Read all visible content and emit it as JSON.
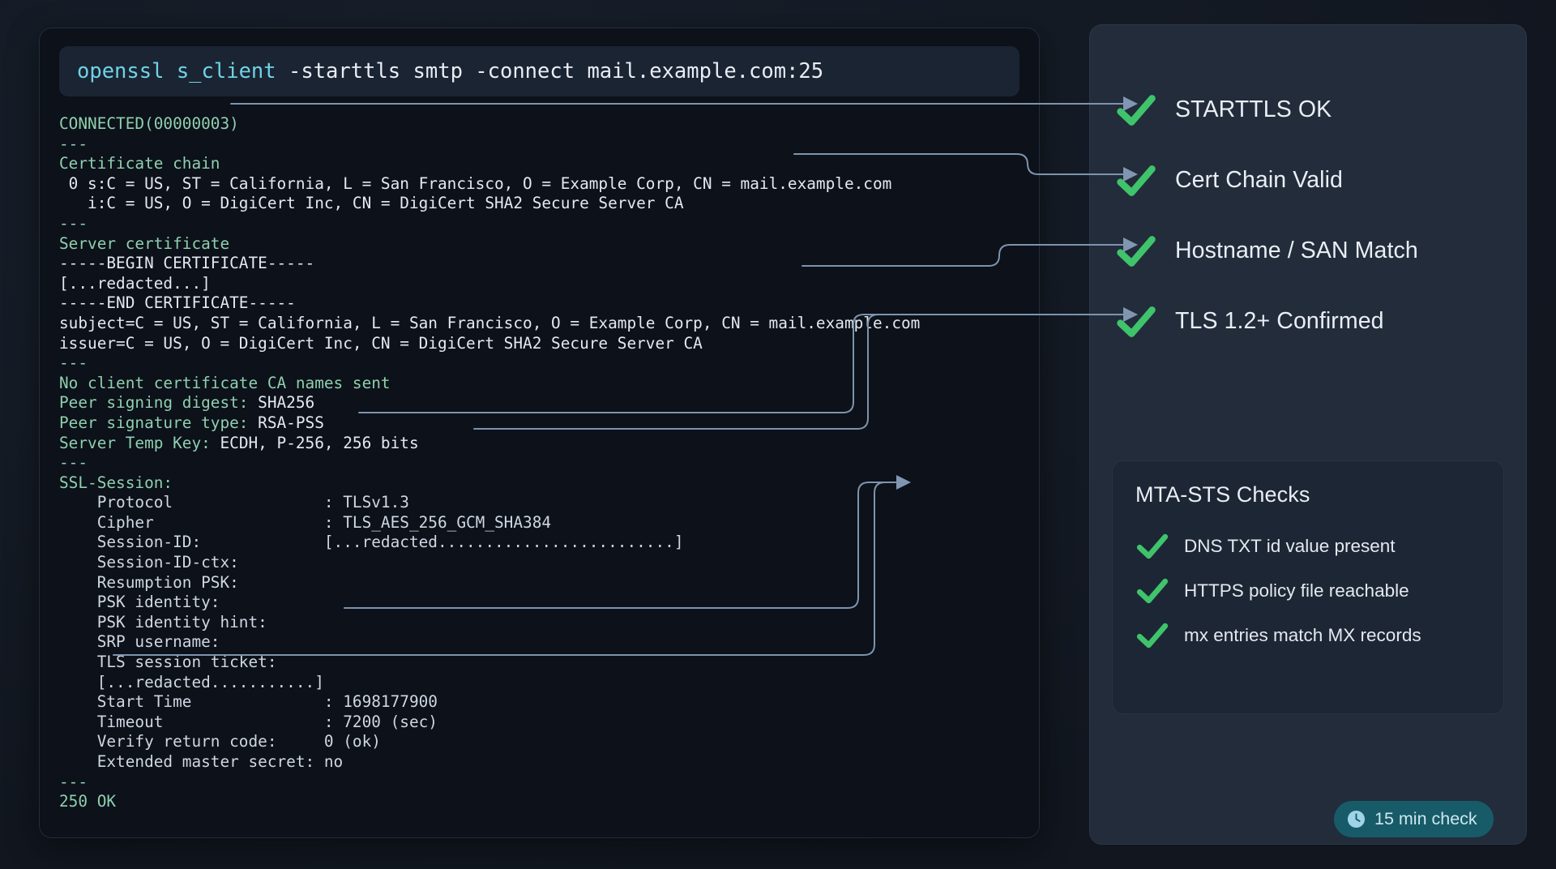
{
  "terminal": {
    "command": {
      "program": "openssl s_client",
      "args": " -starttls smtp -connect mail.example.com:25",
      "full": "openssl s_client -starttls smtp -connect mail.example.com:25"
    },
    "lines": [
      {
        "text": "CONNECTED(00000003)",
        "color": "green"
      },
      {
        "text": "---",
        "color": "green"
      },
      {
        "text": "Certificate chain",
        "color": "green"
      },
      {
        "text": " 0 s:C = US, ST = California, L = San Francisco, O = Example Corp, CN = mail.example.com",
        "color": "white"
      },
      {
        "text": "   i:C = US, O = DigiCert Inc, CN = DigiCert SHA2 Secure Server CA",
        "color": "white"
      },
      {
        "text": "---",
        "color": "green"
      },
      {
        "text": "Server certificate",
        "color": "green"
      },
      {
        "text": "-----BEGIN CERTIFICATE-----",
        "color": "white"
      },
      {
        "text": "[...redacted...]",
        "color": "white"
      },
      {
        "text": "-----END CERTIFICATE-----",
        "color": "white"
      },
      {
        "text": "subject=C = US, ST = California, L = San Francisco, O = Example Corp, CN = mail.example.com",
        "color": "white"
      },
      {
        "text": "issuer=C = US, O = DigiCert Inc, CN = DigiCert SHA2 Secure Server CA",
        "color": "white"
      },
      {
        "text": "---",
        "color": "green"
      },
      {
        "text": "No client certificate CA names sent",
        "color": "green"
      },
      {
        "text": "Peer signing digest: SHA256",
        "color": "split",
        "label": "Peer signing digest:",
        "value": " SHA256"
      },
      {
        "text": "Peer signature type: RSA-PSS",
        "color": "split",
        "label": "Peer signature type:",
        "value": " RSA-PSS"
      },
      {
        "text": "Server Temp Key: ECDH, P-256, 256 bits",
        "color": "split",
        "label": "Server Temp Key:",
        "value": " ECDH, P-256, 256 bits"
      },
      {
        "text": "---",
        "color": "green"
      },
      {
        "text": "SSL-Session:",
        "color": "green"
      },
      {
        "text": "    Protocol                : TLSv1.3",
        "color": "dim"
      },
      {
        "text": "    Cipher                  : TLS_AES_256_GCM_SHA384",
        "color": "dim"
      },
      {
        "text": "    Session-ID:             [...redacted.........................]",
        "color": "dim"
      },
      {
        "text": "    Session-ID-ctx:",
        "color": "dim"
      },
      {
        "text": "    Resumption PSK:",
        "color": "dim"
      },
      {
        "text": "    PSK identity:",
        "color": "dim"
      },
      {
        "text": "    PSK identity hint:",
        "color": "dim"
      },
      {
        "text": "    SRP username:",
        "color": "dim"
      },
      {
        "text": "    TLS session ticket:",
        "color": "dim"
      },
      {
        "text": "    [...redacted...........]",
        "color": "dim"
      },
      {
        "text": "    Start Time              : 1698177900",
        "color": "dim"
      },
      {
        "text": "    Timeout                 : 7200 (sec)",
        "color": "dim"
      },
      {
        "text": "    Verify return code:     0 (ok)",
        "color": "dim"
      },
      {
        "text": "    Extended master secret: no",
        "color": "dim"
      },
      {
        "text": "---",
        "color": "green"
      },
      {
        "text": "250 OK",
        "color": "green"
      }
    ]
  },
  "checks": {
    "items": [
      {
        "label": "STARTTLS OK",
        "icon": "check-icon",
        "status": "ok"
      },
      {
        "label": "Cert Chain Valid",
        "icon": "check-icon",
        "status": "ok"
      },
      {
        "label": "Hostname / SAN Match",
        "icon": "check-icon",
        "status": "ok"
      },
      {
        "label": "TLS 1.2+ Confirmed",
        "icon": "check-icon",
        "status": "ok"
      }
    ]
  },
  "mta_sts": {
    "title": "MTA-STS Checks",
    "items": [
      {
        "label": "DNS TXT id value present",
        "icon": "check-icon",
        "status": "ok"
      },
      {
        "label": "HTTPS policy file reachable",
        "icon": "check-icon",
        "status": "ok"
      },
      {
        "label": "mx entries match MX records",
        "icon": "check-icon",
        "status": "ok"
      }
    ]
  },
  "badge": {
    "label": "15 min check",
    "icon": "clock-icon"
  },
  "colors": {
    "check_green": "#3fc36b",
    "terminal_bg": "#0c111a",
    "panel_bg": "#222c3b",
    "card_bg": "#1d2634",
    "badge_bg": "#175b68",
    "badge_text": "#cfe6ef",
    "terminal_green": "#8fd0ae",
    "terminal_white": "#e3e9f1",
    "command_accent": "#6fd3e8",
    "connector": "#7e93ad"
  }
}
